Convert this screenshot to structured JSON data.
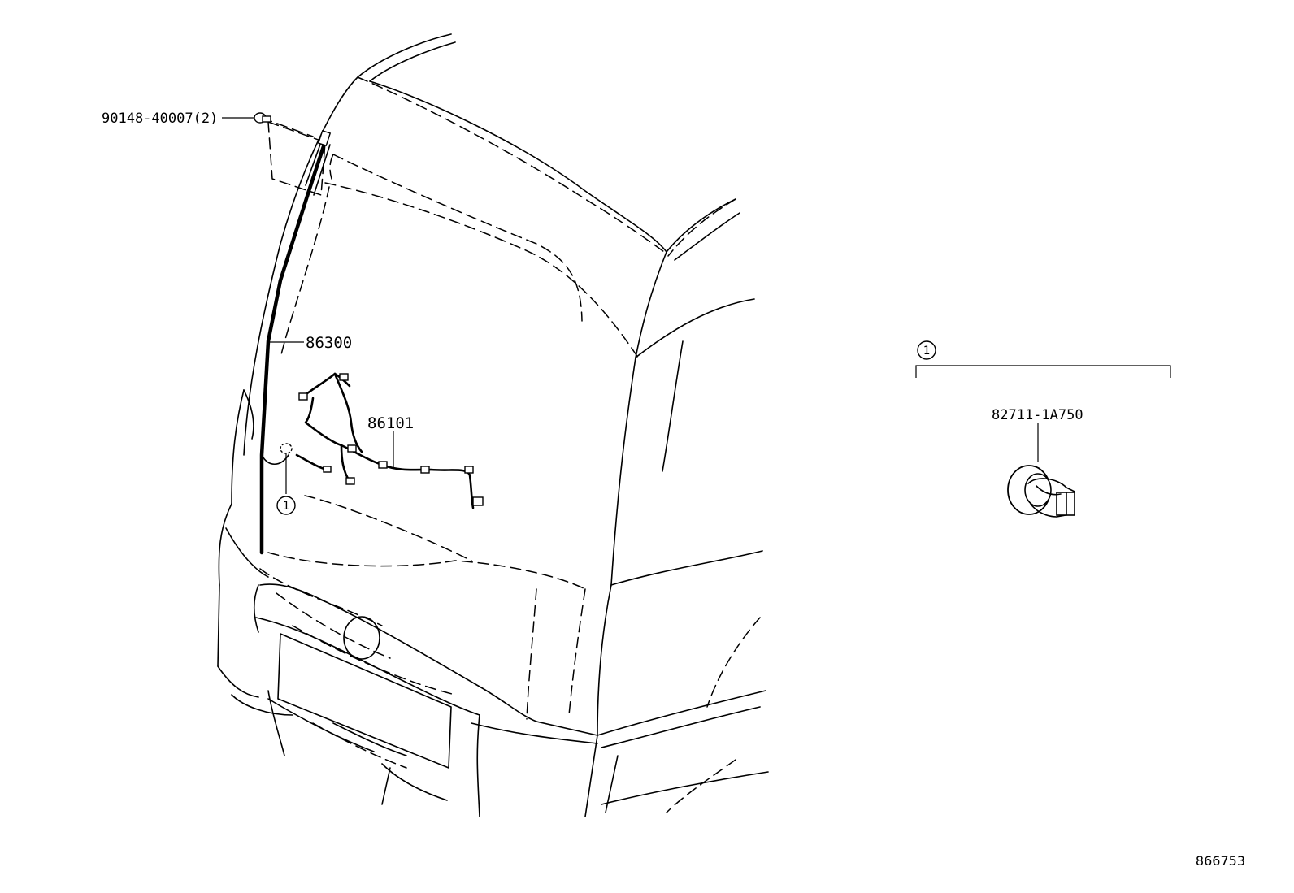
{
  "callouts": {
    "bolt": "90148-40007(2)",
    "antenna": "86300",
    "harness": "86101",
    "clamp": "82711-1A750",
    "ref_marker": "1"
  },
  "reference_number": "866753"
}
